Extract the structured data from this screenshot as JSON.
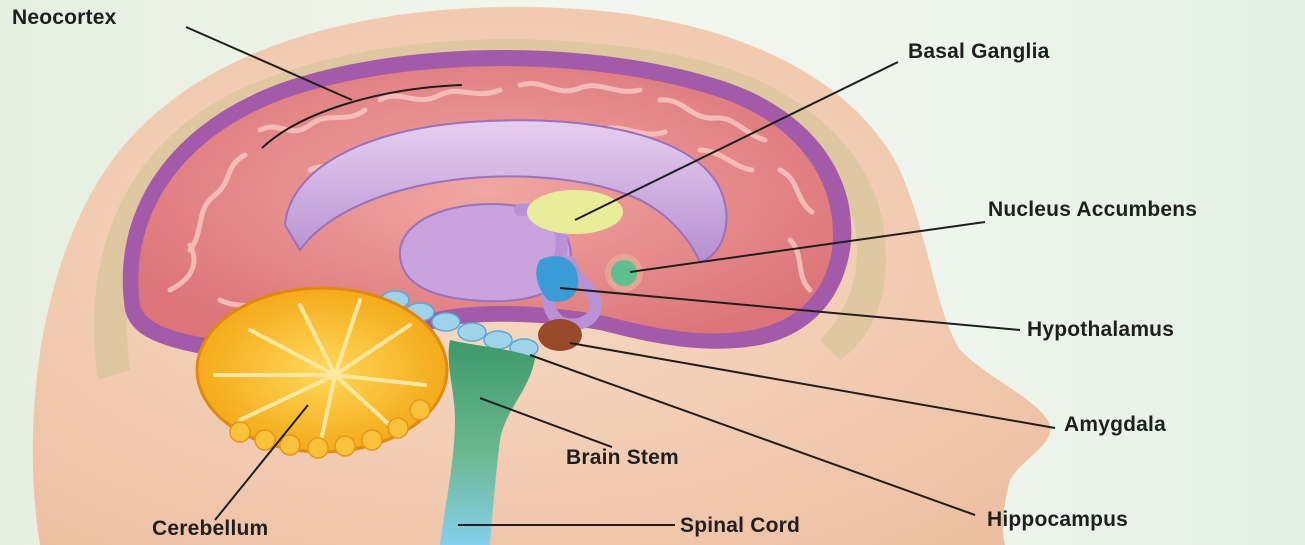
{
  "labels": {
    "neocortex": "Neocortex",
    "basal_ganglia": "Basal Ganglia",
    "nucleus_accumbens": "Nucleus Accumbens",
    "hypothalamus": "Hypothalamus",
    "amygdala": "Amygdala",
    "hippocampus": "Hippocampus",
    "brain_stem": "Brain Stem",
    "spinal_cord": "Spinal Cord",
    "cerebellum": "Cerebellum"
  },
  "colors": {
    "head_skin": "#f2cdb4",
    "skull_band": "#d9c39c",
    "cortex": "#e7898a",
    "cortex_outline": "#a05aa6",
    "corpus_callosum": "#cfaee0",
    "basal_ganglia": "#e8ec9c",
    "hypothalamus": "#3a9bd6",
    "nucleus_accumbens": "#5fbf8a",
    "amygdala": "#9a4a2a",
    "cerebellum": "#f7b21c",
    "brain_stem": "#4da37a",
    "spinal_cord": "#7cc8e8"
  }
}
